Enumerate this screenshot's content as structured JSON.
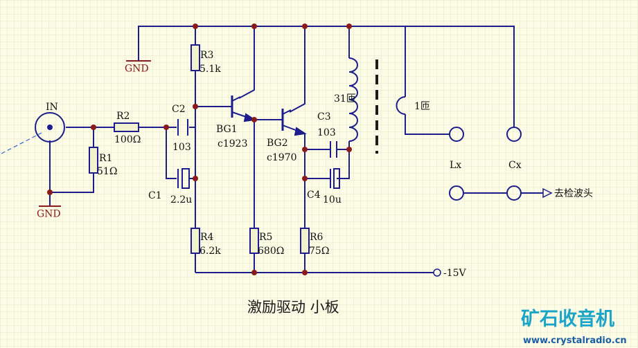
{
  "title": "激励驱动 小板",
  "labels": {
    "in": "IN",
    "gnd_top": "GND",
    "gnd_bottom": "GND",
    "r1": "R1",
    "r1_val": "51Ω",
    "r2": "R2",
    "r2_val": "100Ω",
    "r3": "R3",
    "r3_val": "5.1k",
    "r4": "R4",
    "r4_val": "6.2k",
    "r5": "R5",
    "r5_val": "680Ω",
    "r6": "R6",
    "r6_val": "75Ω",
    "c1": "C1",
    "c1_val": "2.2u",
    "c2": "C2",
    "c2_val": "103",
    "c3": "C3",
    "c3_val": "103",
    "c4": "C4",
    "c4_val": "10u",
    "bg1": "BG1",
    "bg1_part": "c1923",
    "bg2": "BG2",
    "bg2_part": "c1970",
    "coil_primary": "31匝",
    "coil_secondary": "1匝",
    "lx": "Lx",
    "cx": "Cx",
    "supply": "-15V",
    "output": "去检波头"
  },
  "watermark": {
    "brand": "矿石收音机",
    "url": "www.crystalradio.cn",
    "colors": {
      "brand": "#1aa5c8",
      "url": "#1a5fa5"
    }
  },
  "colors": {
    "background": "#fbfbe6",
    "grid": "#e4e4c8",
    "wire": "#1c1c8c",
    "junction": "#8b1a1a",
    "gnd_label": "#8b1a1a",
    "input_marker": "#3366cc"
  }
}
